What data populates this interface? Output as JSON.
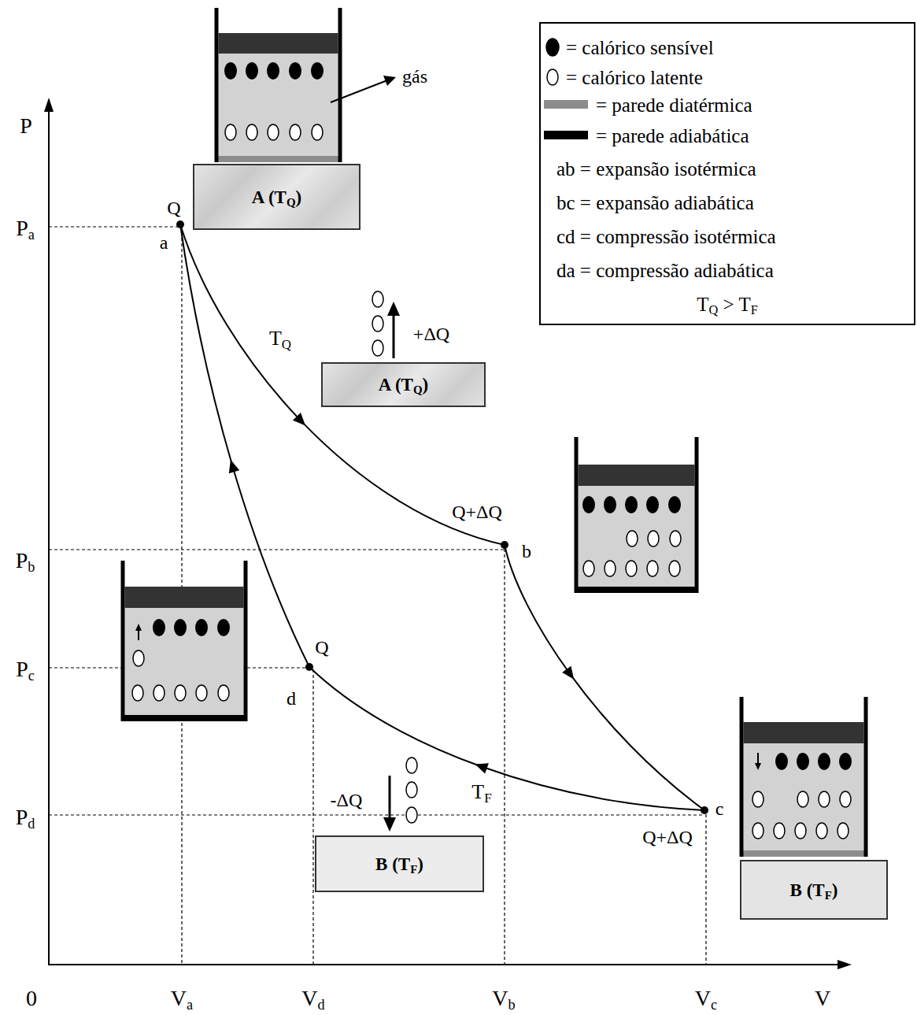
{
  "diagram": {
    "nodes": [
      {
        "text": [
          "A (TQ)"
        ]
      },
      {
        "text": [
          "Q",
          "a"
        ]
      },
      {
        "text": [
          "A (TQ)"
        ]
      },
      {
        "text": [
          "Q+ΔQ",
          "b"
        ]
      },
      {
        "text": [
          "Q",
          "d"
        ]
      },
      {
        "text": [
          "c",
          "Q+ΔQ"
        ]
      },
      {
        "text": [
          "B (TF)"
        ]
      },
      {
        "text": [
          "B (TF)"
        ]
      }
    ],
    "edges": [
      {
        "from": 1,
        "to": 3,
        "arrow": "to",
        "label": "TQ"
      },
      {
        "from": 3,
        "to": 5,
        "arrow": "to"
      },
      {
        "from": 5,
        "to": 4,
        "arrow": "to",
        "label": "TF"
      },
      {
        "from": 4,
        "to": 1,
        "arrow": "to"
      }
    ],
    "labels": [
      "P",
      "Pa",
      "Pb",
      "Pc",
      "Pd",
      "0",
      "Va",
      "Vd",
      "Vb",
      "Vc",
      "V",
      "gás",
      "+ΔQ",
      "-ΔQ"
    ],
    "legend": [
      {
        "text": "= calórico sensível"
      },
      {
        "text": "= calórico latente"
      },
      {
        "text": "= parede diatérmica",
        "color": "#8c8c8c"
      },
      {
        "text": "= parede adiabática",
        "color": "#000000"
      },
      {
        "text": "ab = expansão isotérmica"
      },
      {
        "text": "bc = expansão adiabática"
      },
      {
        "text": "cd = compressão isotérmica"
      },
      {
        "text": "da = compressão adiabática"
      },
      {
        "text": "TQ > TF"
      }
    ]
  }
}
